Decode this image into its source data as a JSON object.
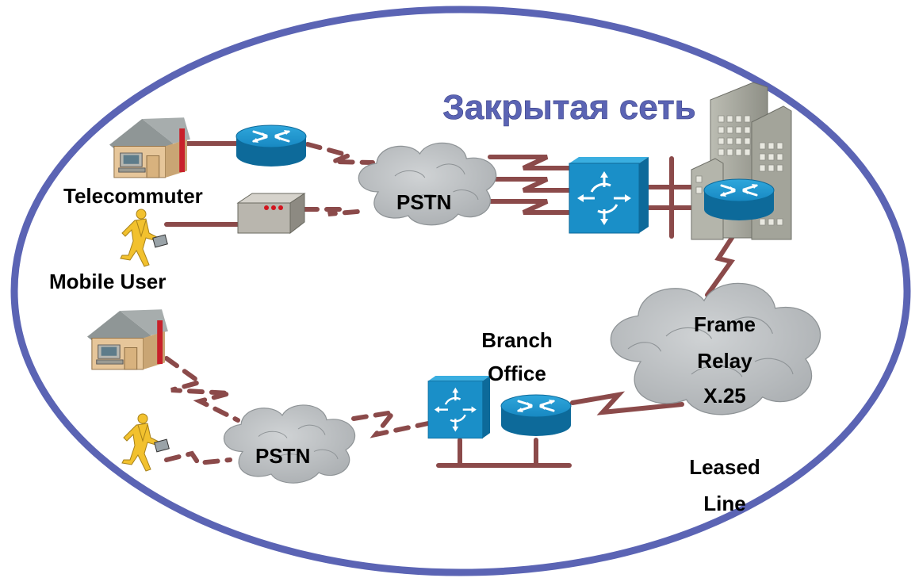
{
  "title": "Закрытая сеть",
  "labels": {
    "telecommuter": "Telecommuter",
    "mobile_user": "Mobile User",
    "pstn_top": "PSTN",
    "pstn_bottom": "PSTN",
    "branch_line1": "Branch",
    "branch_line2": "Office",
    "fr_line1": "Frame",
    "fr_line2": "Relay",
    "fr_line3": "X.25",
    "leased_line1": "Leased",
    "leased_line2": "Line"
  },
  "colors": {
    "ellipse_stroke": "#5b64b4",
    "title": "#5b64b4",
    "link": "#8b4a4a",
    "device_blue": "#1a8fc8",
    "cloud": "#b9bdbf",
    "building": "#a9aaa0",
    "house_wall": "#e6c69a",
    "house_roof": "#9aa0a0",
    "figure": "#f2c12e"
  },
  "icons": [
    "house-icon",
    "router-icon",
    "modem-icon",
    "cloud-icon",
    "switch-icon",
    "building-icon",
    "person-icon"
  ]
}
